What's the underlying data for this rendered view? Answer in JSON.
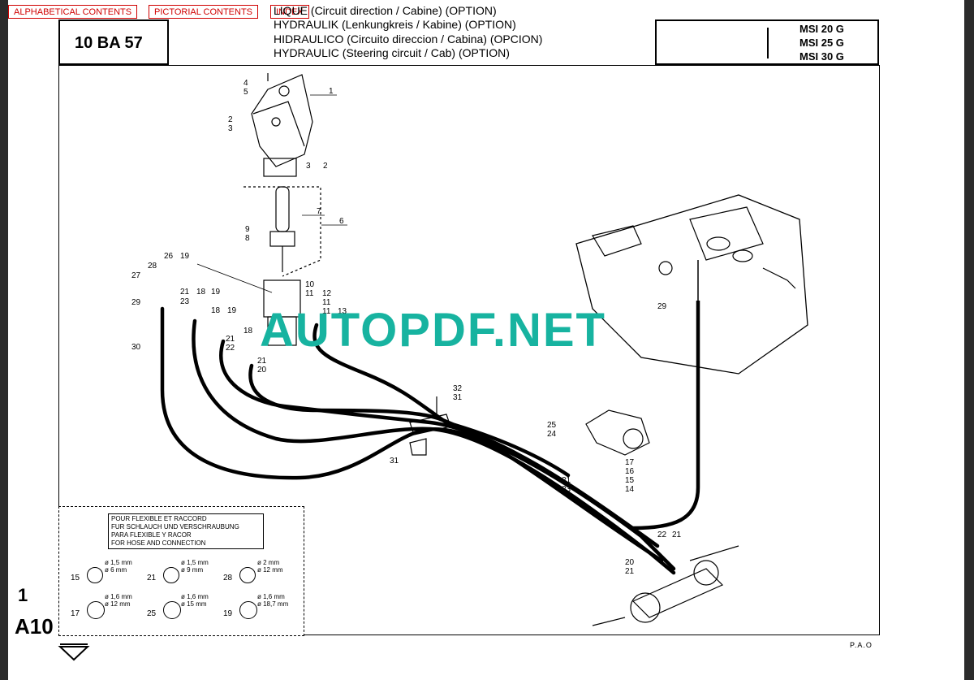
{
  "nav": {
    "alphabetical": "ALPHABETICAL CONTENTS",
    "pictorial": "PICTORIAL CONTENTS",
    "index": "INDEX"
  },
  "header": {
    "code": "10 BA 57",
    "titles": [
      "LIQUE (Circuit direction / Cabine) (OPTION)",
      "HYDRAULIK (Lenkungkreis / Kabine) (OPTION)",
      "HIDRAULICO (Circuito direccion / Cabina) (OPCION)",
      "HYDRAULIC (Steering circuit / Cab) (OPTION)"
    ],
    "models": [
      "MSI 20 G",
      "MSI 25 G",
      "MSI 30 G"
    ]
  },
  "side": {
    "number": "1",
    "page": "A10"
  },
  "legend": {
    "heading": [
      "POUR FLEXIBLE ET RACCORD",
      "FUR SCHLAUCH UND VERSCHRAUBUNG",
      "PARA FLEXIBLE Y RACOR",
      "FOR HOSE AND CONNECTION"
    ],
    "items": [
      {
        "ref": "15",
        "a": "ø 1,5 mm",
        "b": "ø 6 mm"
      },
      {
        "ref": "21",
        "a": "ø 1,5 mm",
        "b": "ø 9 mm"
      },
      {
        "ref": "28",
        "a": "ø 2 mm",
        "b": "ø 12 mm"
      },
      {
        "ref": "17",
        "a": "ø 1,6 mm",
        "b": "ø 12 mm"
      },
      {
        "ref": "25",
        "a": "ø 1,6 mm",
        "b": "ø 15 mm"
      },
      {
        "ref": "19",
        "a": "ø 1,6 mm",
        "b": "ø 18,7 mm"
      }
    ]
  },
  "callouts": [
    "1",
    "2",
    "3",
    "4",
    "5",
    "6",
    "7",
    "8",
    "9",
    "10",
    "11",
    "12",
    "13",
    "14",
    "15",
    "16",
    "17",
    "18",
    "19",
    "20",
    "21",
    "22",
    "23",
    "24",
    "25",
    "26",
    "27",
    "28",
    "29",
    "30",
    "31",
    "32"
  ],
  "footer": {
    "pao": "P.A.O"
  },
  "watermark": "AUTOPDF.NET"
}
